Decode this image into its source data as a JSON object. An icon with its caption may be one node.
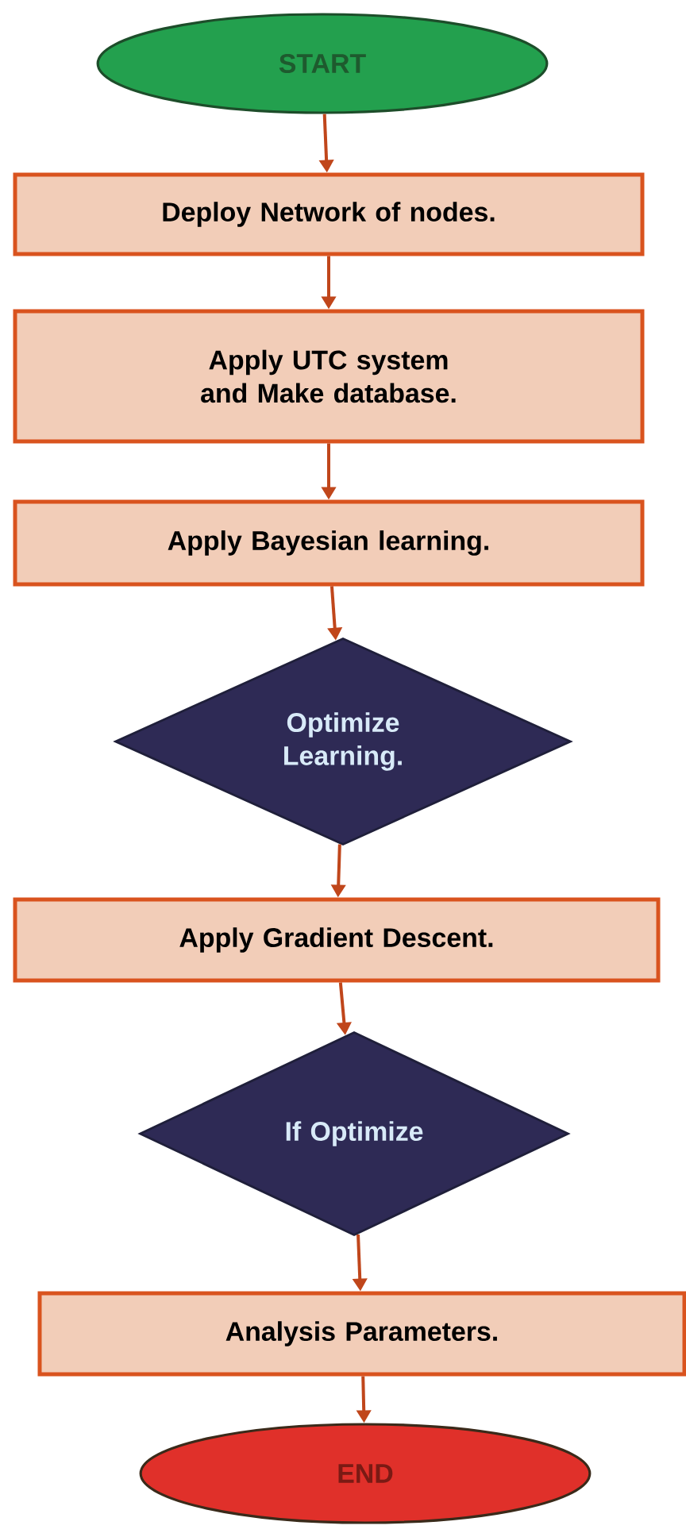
{
  "diagram": {
    "nodes": [
      {
        "text": [
          "START"
        ]
      },
      {
        "text": [
          "Deploy Network of nodes."
        ]
      },
      {
        "text": [
          "Apply UTC system and Make database."
        ]
      },
      {
        "text": [
          "Apply Bayesian learning."
        ]
      },
      {
        "text": [
          "Optimize Learning."
        ]
      },
      {
        "text": [
          "Apply Gradient Descent."
        ]
      },
      {
        "text": [
          "If Optimize"
        ]
      },
      {
        "text": [
          "Analysis Parameters."
        ]
      },
      {
        "text": [
          "END"
        ]
      }
    ],
    "edges": [
      {
        "from": 0,
        "to": 1,
        "arrow": "to"
      },
      {
        "from": 1,
        "to": 2,
        "arrow": "to"
      },
      {
        "from": 2,
        "to": 3,
        "arrow": "to"
      },
      {
        "from": 3,
        "to": 4,
        "arrow": "to"
      },
      {
        "from": 4,
        "to": 5,
        "arrow": "to"
      },
      {
        "from": 5,
        "to": 6,
        "arrow": "to"
      },
      {
        "from": 6,
        "to": 7,
        "arrow": "to"
      },
      {
        "from": 7,
        "to": 8,
        "arrow": "to"
      }
    ]
  }
}
